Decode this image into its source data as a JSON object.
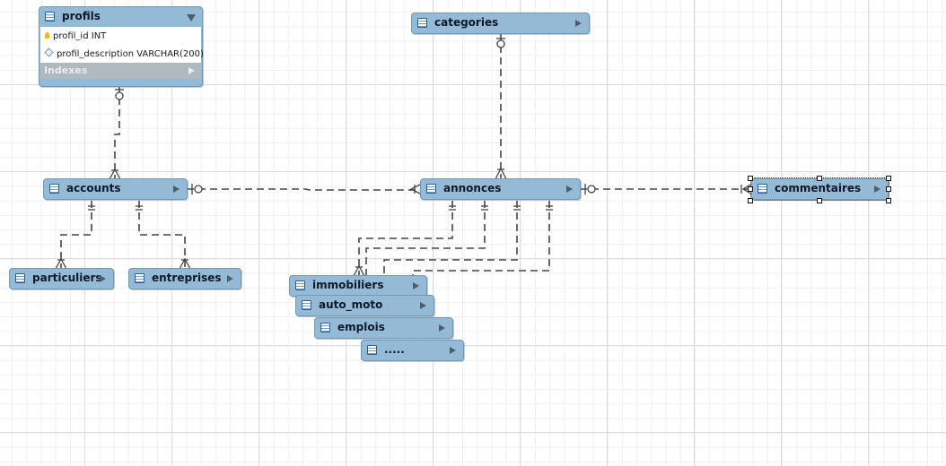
{
  "tables": {
    "profils": {
      "name": "profils",
      "indexes_label": "Indexes",
      "columns": [
        {
          "label": "profil_id INT",
          "key": "primary"
        },
        {
          "label": "profil_description VARCHAR(200)",
          "key": "none"
        }
      ]
    },
    "categories": {
      "name": "categories"
    },
    "accounts": {
      "name": "accounts"
    },
    "annonces": {
      "name": "annonces"
    },
    "commentaires": {
      "name": "commentaires"
    },
    "particuliers": {
      "name": "particuliers"
    },
    "entreprises": {
      "name": "entreprises"
    },
    "immobiliers": {
      "name": "immobiliers"
    },
    "auto_moto": {
      "name": "auto_moto"
    },
    "emplois": {
      "name": "emplois"
    },
    "more": {
      "name": "....."
    }
  },
  "colors": {
    "table_header": "#95bad6",
    "table_border": "#6f98b9",
    "connector": "#444444"
  }
}
